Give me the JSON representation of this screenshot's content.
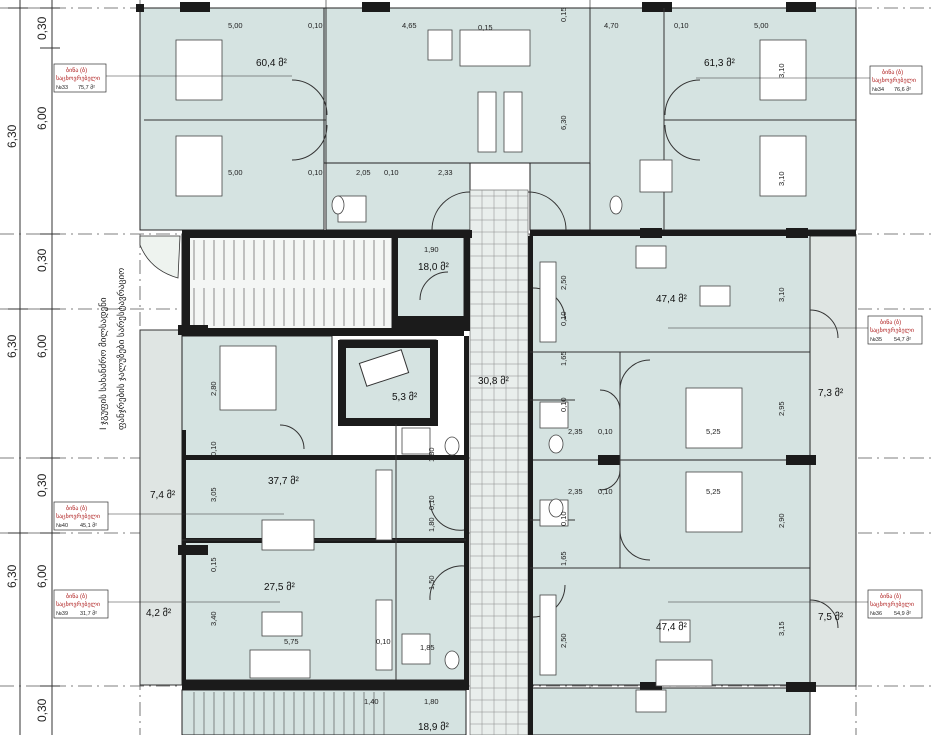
{
  "left_dims": [
    "0,30",
    "6,30",
    "6,00",
    "0,30",
    "6,30",
    "6,00",
    "0,30",
    "6,30",
    "6,00",
    "0,30"
  ],
  "areas": [
    "60,4 მ²",
    "61,3 მ²",
    "18,0 მ²",
    "47,4 მ²",
    "30,8 მ²",
    "5,3 მ²",
    "7,3 მ²",
    "37,7 მ²",
    "7,4 მ²",
    "27,5 მ²",
    "4,2 მ²",
    "47,4 მ²",
    "7,5 მ²",
    "18,9 მ²"
  ],
  "dims_top": [
    "5,00",
    "0,10",
    "4,65",
    "0,15",
    "0,15",
    "4,70",
    "0,10",
    "5,00"
  ],
  "dims_misc": [
    "5,00",
    "0,10",
    "2,05",
    "0,10",
    "2,33",
    "6,30",
    "3,10",
    "3,10",
    "2,50",
    "0,10",
    "1,65",
    "3,10",
    "2,80",
    "0,10",
    "3,05",
    "0,15",
    "3,40",
    "5,75",
    "0,10",
    "1,85",
    "1,80",
    "1,80",
    "0,10",
    "1,50",
    "2,35",
    "0,10",
    "5,25",
    "2,95",
    "2,35",
    "0,10",
    "5,25",
    "2,90",
    "1,65",
    "2,50",
    "3,15",
    "0,10",
    "0,10",
    "1,90",
    "1,40",
    "1,80"
  ],
  "tags": [
    {
      "title": "ბინა (ბ)",
      "sub": "საცხოვრებელი",
      "num": "№33",
      "area": "75,7 მ²"
    },
    {
      "title": "ბინა (ბ)",
      "sub": "საცხოვრებელი",
      "num": "№34",
      "area": "76,6 მ²"
    },
    {
      "title": "ბინა (ბ)",
      "sub": "საცხოვრებელი",
      "num": "№35",
      "area": "54,7 მ²"
    },
    {
      "title": "ბინა (ბ)",
      "sub": "საცხოვრებელი",
      "num": "№40",
      "area": "45,1 მ²"
    },
    {
      "title": "ბინა (ბ)",
      "sub": "საცხოვრებელი",
      "num": "№39",
      "area": "31,7 მ²"
    },
    {
      "title": "ბინა (ბ)",
      "sub": "საცხოვრებელი",
      "num": "№36",
      "area": "54,9 მ²"
    }
  ],
  "vertical_note_1": "I ჯგუფის სახანძრო მილსადენი",
  "vertical_note_2": "ფანჯრების ჯალუზები სარესტავრაციო"
}
